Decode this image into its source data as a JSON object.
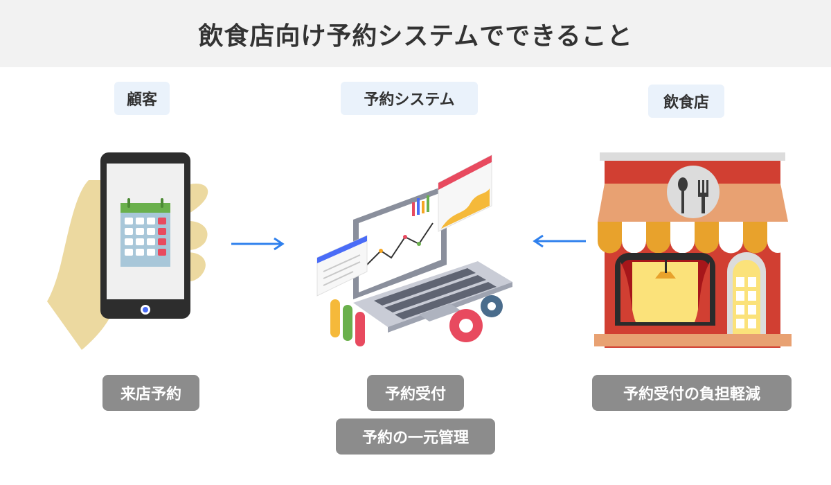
{
  "title": "飲食店向け予約システムでできること",
  "columns": {
    "customer": {
      "label": "顧客",
      "items": [
        "来店予約"
      ]
    },
    "system": {
      "label": "予約システム",
      "items": [
        "予約受付",
        "予約の一元管理"
      ]
    },
    "restaurant": {
      "label": "飲食店",
      "items": [
        "予約受付の負担軽減"
      ]
    }
  },
  "illustrations": {
    "customer": "phone-in-hand-calendar-icon",
    "system": "laptop-dashboard-icon",
    "restaurant": "restaurant-storefront-icon"
  },
  "colors": {
    "title_bg": "#f2f2f2",
    "label_bg": "#eaf2fb",
    "pill_bg": "#8c8c8c",
    "arrow": "#2f80ed"
  }
}
